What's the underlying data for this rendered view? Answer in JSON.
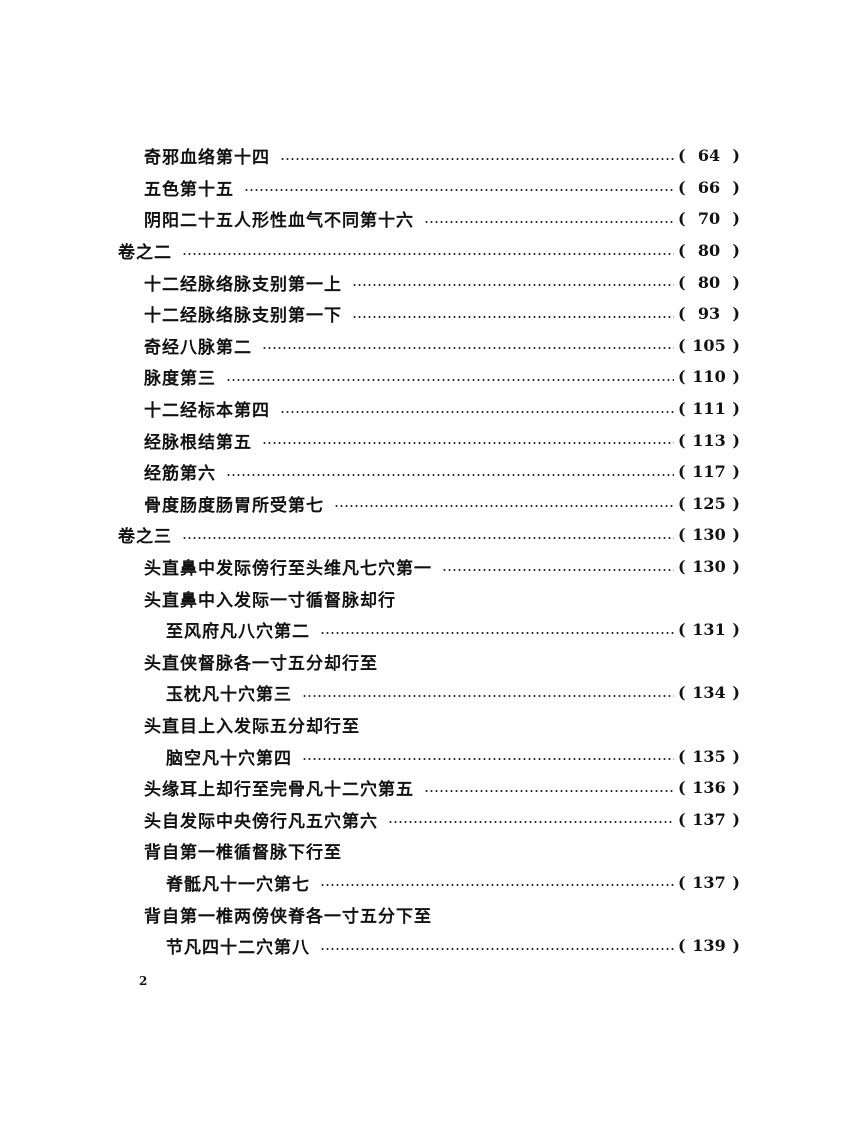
{
  "toc": {
    "entries": [
      {
        "level": 1,
        "title": "奇邪血络第十四",
        "page": "64"
      },
      {
        "level": 1,
        "title": "五色第十五",
        "page": "66"
      },
      {
        "level": 1,
        "title": "阴阳二十五人形性血气不同第十六",
        "page": "70"
      },
      {
        "level": 0,
        "title": "卷之二",
        "page": "80"
      },
      {
        "level": 1,
        "title": "十二经脉络脉支别第一上",
        "page": "80"
      },
      {
        "level": 1,
        "title": "十二经脉络脉支别第一下",
        "page": "93"
      },
      {
        "level": 1,
        "title": "奇经八脉第二",
        "page": "105"
      },
      {
        "level": 1,
        "title": "脉度第三",
        "page": "110"
      },
      {
        "level": 1,
        "title": "十二经标本第四",
        "page": "111"
      },
      {
        "level": 1,
        "title": "经脉根结第五",
        "page": "113"
      },
      {
        "level": 1,
        "title": "经筋第六",
        "page": "117"
      },
      {
        "level": 1,
        "title": "骨度肠度肠胃所受第七",
        "page": "125"
      },
      {
        "level": 0,
        "title": "卷之三",
        "page": "130"
      },
      {
        "level": 1,
        "title": "头直鼻中发际傍行至头维凡七穴第一",
        "page": "130"
      },
      {
        "level": 1,
        "title": "头直鼻中入发际一寸循督脉却行",
        "page": ""
      },
      {
        "level": 2,
        "title": "至风府凡八穴第二",
        "page": "131"
      },
      {
        "level": 1,
        "title": "头直侠督脉各一寸五分却行至",
        "page": ""
      },
      {
        "level": 2,
        "title": "玉枕凡十穴第三",
        "page": "134"
      },
      {
        "level": 1,
        "title": "头直目上入发际五分却行至",
        "page": ""
      },
      {
        "level": 2,
        "title": "脑空凡十穴第四",
        "page": "135"
      },
      {
        "level": 1,
        "title": "头缘耳上却行至完骨凡十二穴第五",
        "page": "136"
      },
      {
        "level": 1,
        "title": "头自发际中央傍行凡五穴第六",
        "page": "137"
      },
      {
        "level": 1,
        "title": "背自第一椎循督脉下行至",
        "page": ""
      },
      {
        "level": 2,
        "title": "脊骶凡十一穴第七",
        "page": "137"
      },
      {
        "level": 1,
        "title": "背自第一椎两傍侠脊各一寸五分下至",
        "page": ""
      },
      {
        "level": 2,
        "title": "节凡四十二穴第八",
        "page": "139"
      }
    ]
  },
  "footer": {
    "folio": "2"
  },
  "glyphs": {
    "open_paren": "(",
    "close_paren": ")"
  }
}
